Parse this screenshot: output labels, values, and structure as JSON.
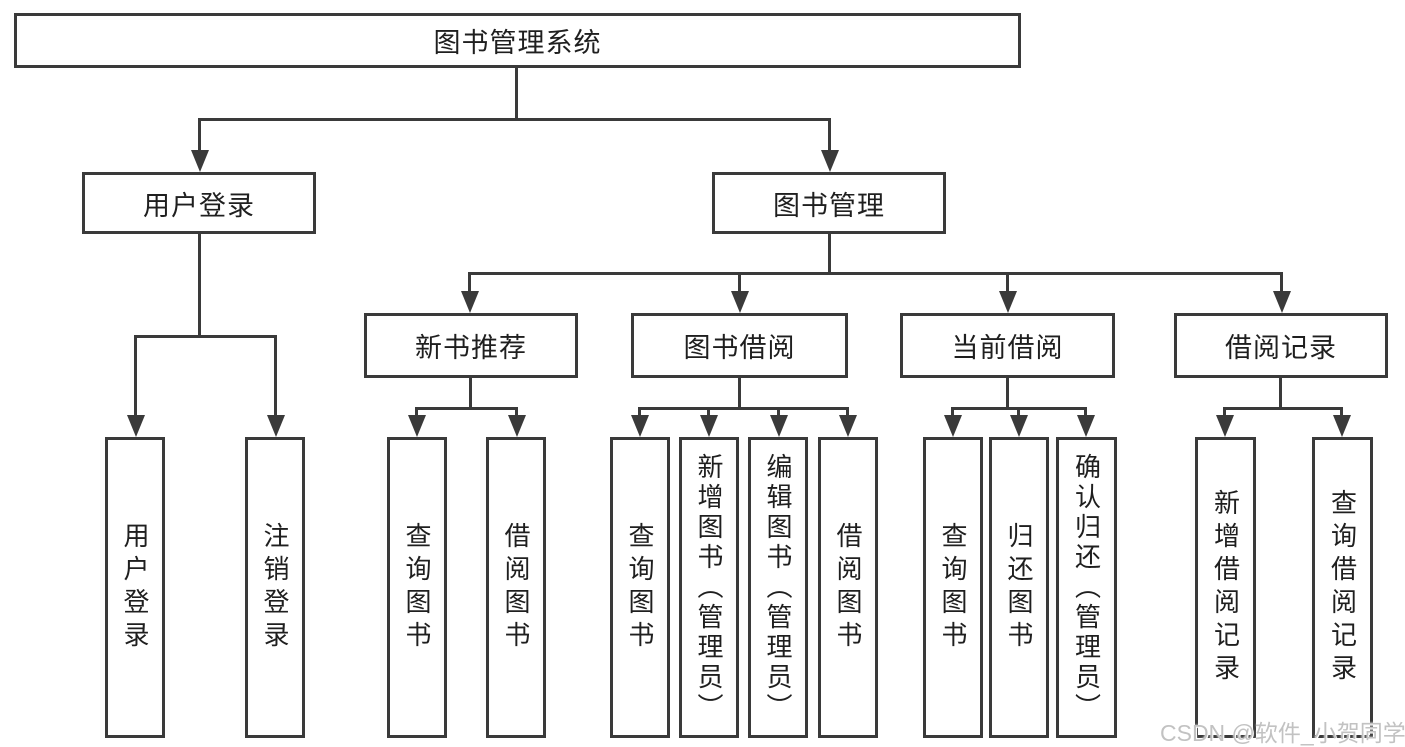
{
  "diagram": {
    "title": "图书管理系统",
    "level1": [
      {
        "label": "用户登录",
        "children": [
          "用户登录",
          "注销登录"
        ]
      },
      {
        "label": "图书管理"
      }
    ],
    "level2": [
      {
        "label": "新书推荐",
        "children": [
          "查询图书",
          "借阅图书"
        ]
      },
      {
        "label": "图书借阅",
        "children": [
          "查询图书",
          "新增图书（管理员）",
          "编辑图书（管理员）",
          "借阅图书"
        ]
      },
      {
        "label": "当前借阅",
        "children": [
          "查询图书",
          "归还图书",
          "确认归还（管理员）"
        ]
      },
      {
        "label": "借阅记录",
        "children": [
          "新增借阅记录",
          "查询借阅记录"
        ]
      }
    ]
  },
  "watermark": {
    "text": "CSDN @软件_小贺同学"
  },
  "colors": {
    "line": "#3a3a3a",
    "text": "#1f1f1f",
    "background": "#ffffff",
    "watermark": "#c2c2c2"
  }
}
